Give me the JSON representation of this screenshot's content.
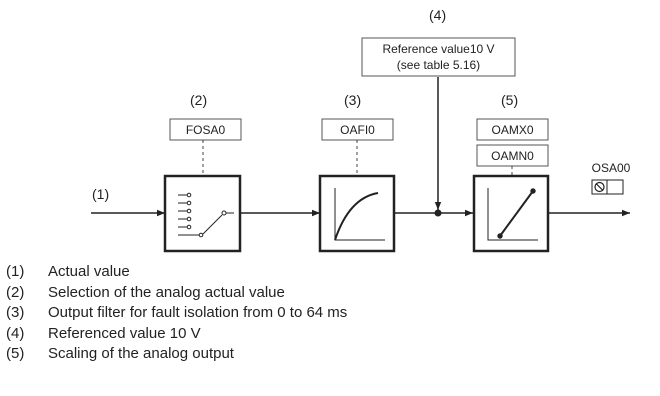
{
  "callouts": {
    "c1": "(1)",
    "c2": "(2)",
    "c3": "(3)",
    "c4": "(4)",
    "c5": "(5)"
  },
  "params": {
    "fosa0": "FOSA0",
    "oafi0": "OAFI0",
    "oamx0": "OAMX0",
    "oamn0": "OAMN0"
  },
  "reference": {
    "line1": "Reference value10 V",
    "line2": "(see table 5.16)"
  },
  "output": {
    "label": "OSA00"
  },
  "legend": [
    {
      "num": "(1)",
      "text": "Actual value"
    },
    {
      "num": "(2)",
      "text": "Selection of the analog actual value"
    },
    {
      "num": "(3)",
      "text": "Output filter for fault isolation from 0 to 64 ms"
    },
    {
      "num": "(4)",
      "text": "Referenced value 10 V"
    },
    {
      "num": "(5)",
      "text": "Scaling of the analog output"
    }
  ]
}
